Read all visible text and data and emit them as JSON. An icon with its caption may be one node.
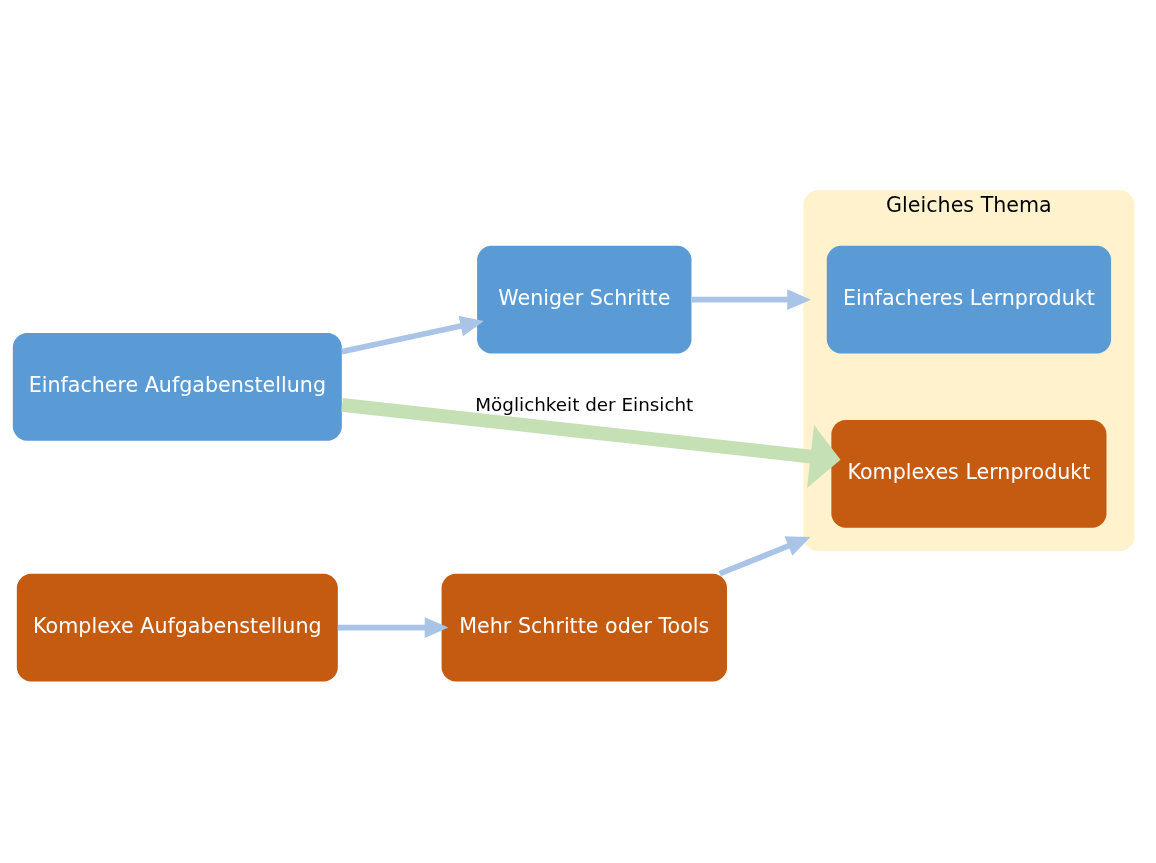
{
  "diagram": {
    "nodes": [
      {
        "text": [
          "Einfachere Aufgabenstellung"
        ]
      },
      {
        "text": [
          "Weniger Schritte"
        ]
      },
      {
        "text": [
          "Gleiches Thema"
        ]
      },
      {
        "text": [
          "Einfacheres Lernprodukt"
        ],
        "in": 2
      },
      {
        "text": [
          "Komplexes Lernprodukt"
        ],
        "in": 2
      },
      {
        "text": [
          "Komplexe Aufgabenstellung"
        ]
      },
      {
        "text": [
          "Mehr Schritte oder Tools"
        ]
      }
    ],
    "edges": [
      {
        "from": 0,
        "to": 1,
        "arrow": "to"
      },
      {
        "from": 1,
        "to": 2,
        "arrow": "to"
      },
      {
        "from": 0,
        "to": 4,
        "arrow": "to",
        "label": "Möglichkeit der Einsicht",
        "style": "thick",
        "color": "#c5e0b4"
      },
      {
        "from": 5,
        "to": 6,
        "arrow": "to"
      },
      {
        "from": 6,
        "to": 2,
        "arrow": "to"
      }
    ]
  }
}
